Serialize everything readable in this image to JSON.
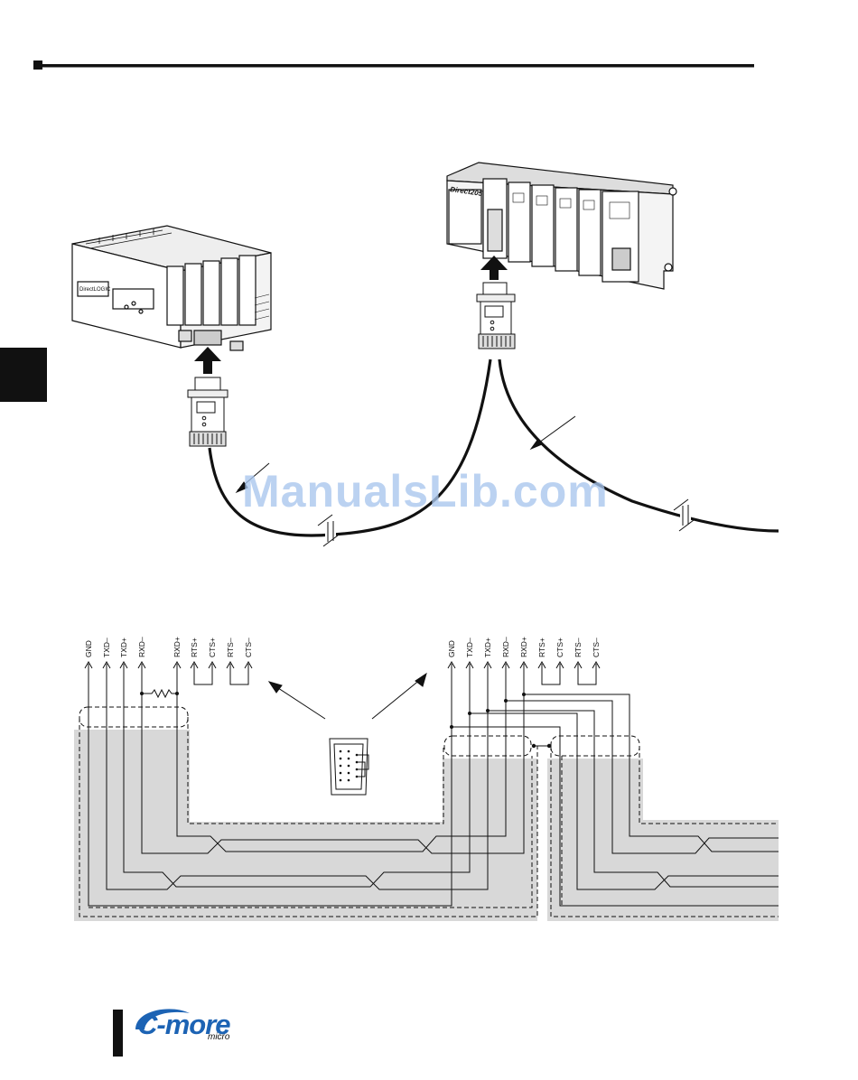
{
  "watermark": "ManualsLib.com",
  "device_left": {
    "brand": "DirectLOGIC"
  },
  "device_right": {
    "brand": "Direct205"
  },
  "left_terminals": [
    "GND",
    "TXD–",
    "TXD+",
    "RXD–",
    "RXD+",
    "RTS+",
    "CTS+",
    "RTS–",
    "CTS–"
  ],
  "right_terminals": [
    "GND",
    "TXD–",
    "TXD+",
    "RXD–",
    "RXD+",
    "RTS+",
    "CTS+",
    "RTS–",
    "CTS–"
  ],
  "footer_logo": {
    "main": "C-more",
    "sub": "micro"
  },
  "colors": {
    "cable_shade": "#d8d8d8",
    "ink": "#111111",
    "brand_blue": "#1c63b4",
    "watermark": "#a9c6ee"
  }
}
